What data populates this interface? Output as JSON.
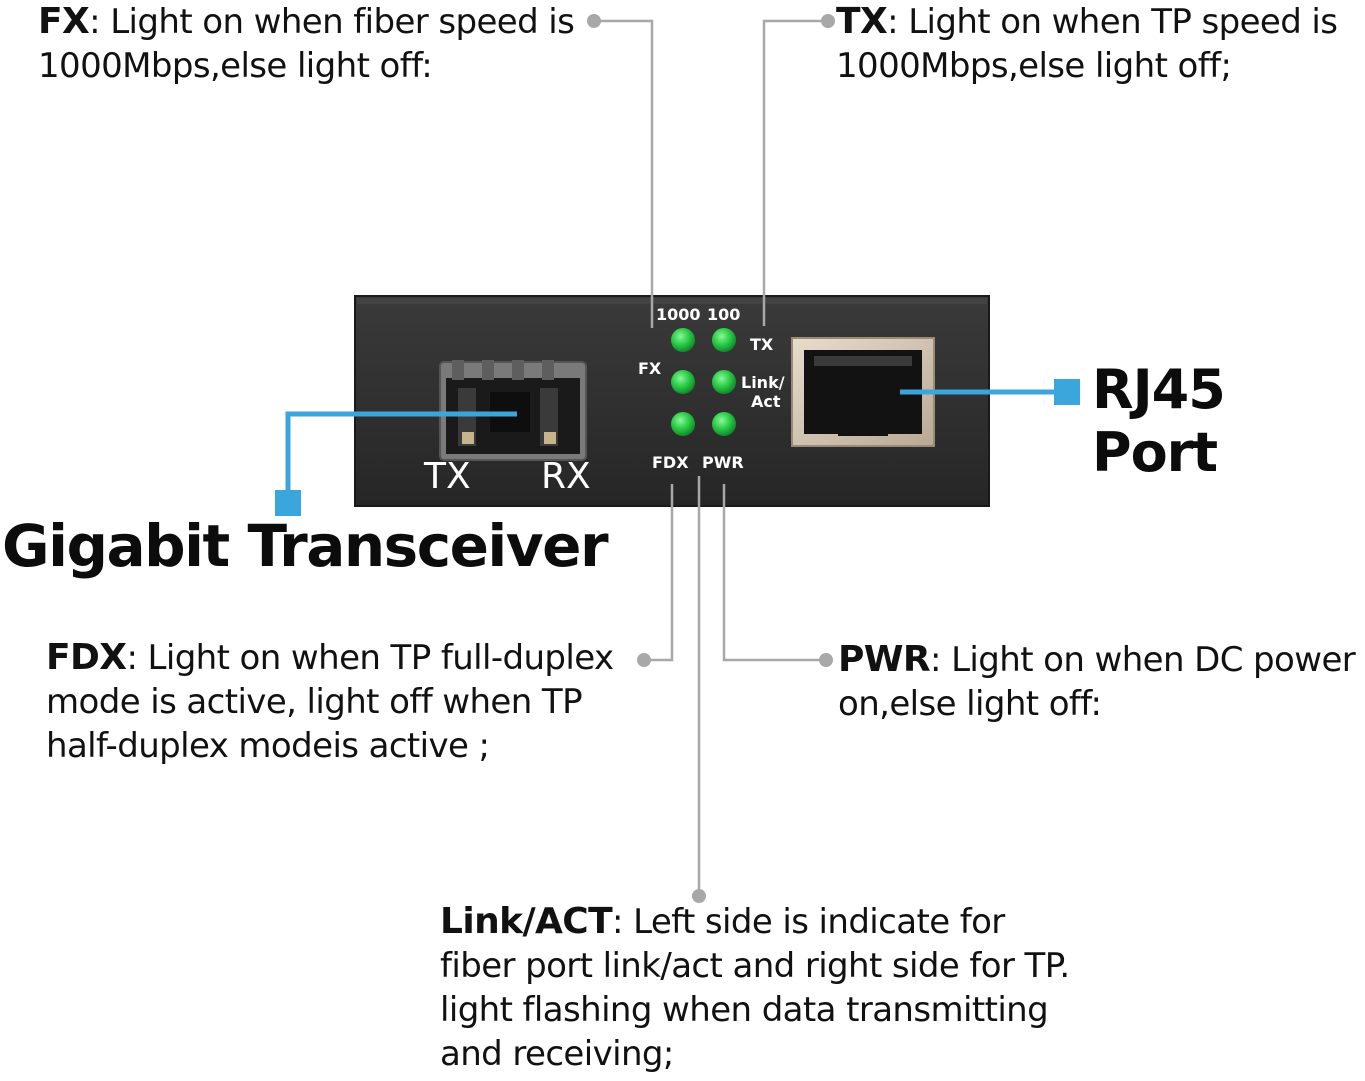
{
  "annotations": {
    "fx": {
      "term": "FX",
      "lines": [
        ": Light on when fiber speed is",
        "1000Mbps,else light off:"
      ]
    },
    "tx": {
      "term": "TX",
      "lines": [
        ": Light on when TP speed is",
        "1000Mbps,else light off;"
      ]
    },
    "fdx": {
      "term": "FDX",
      "lines": [
        ": Light on when TP full-duplex",
        "mode is active, light off when TP",
        "half-duplex modeis active ;"
      ]
    },
    "pwr": {
      "term": "PWR",
      "lines": [
        ": Light on when DC power",
        "on,else light off:"
      ]
    },
    "link_act": {
      "term": "Link/ACT",
      "lines": [
        ": Left side is indicate for",
        "fiber port link/act and right side for TP.",
        "light flashing when data transmitting",
        "and receiving;"
      ]
    }
  },
  "callouts": {
    "rj45": "RJ45 Port",
    "transceiver": "Gigabit Transceiver"
  },
  "device": {
    "led_labels": {
      "speed_1000": "1000",
      "speed_100": "100",
      "tx": "TX",
      "fx": "FX",
      "link": "Link/",
      "act": "Act",
      "fdx": "FDX",
      "pwr": "PWR"
    },
    "sfp_tx": "TX",
    "sfp_rx": "RX"
  },
  "colors": {
    "leader_line": "#a8a8a8",
    "callout_blue": "#3aa6dc",
    "device_body": "#2c2c2c",
    "led_green": "#2fd14a"
  }
}
